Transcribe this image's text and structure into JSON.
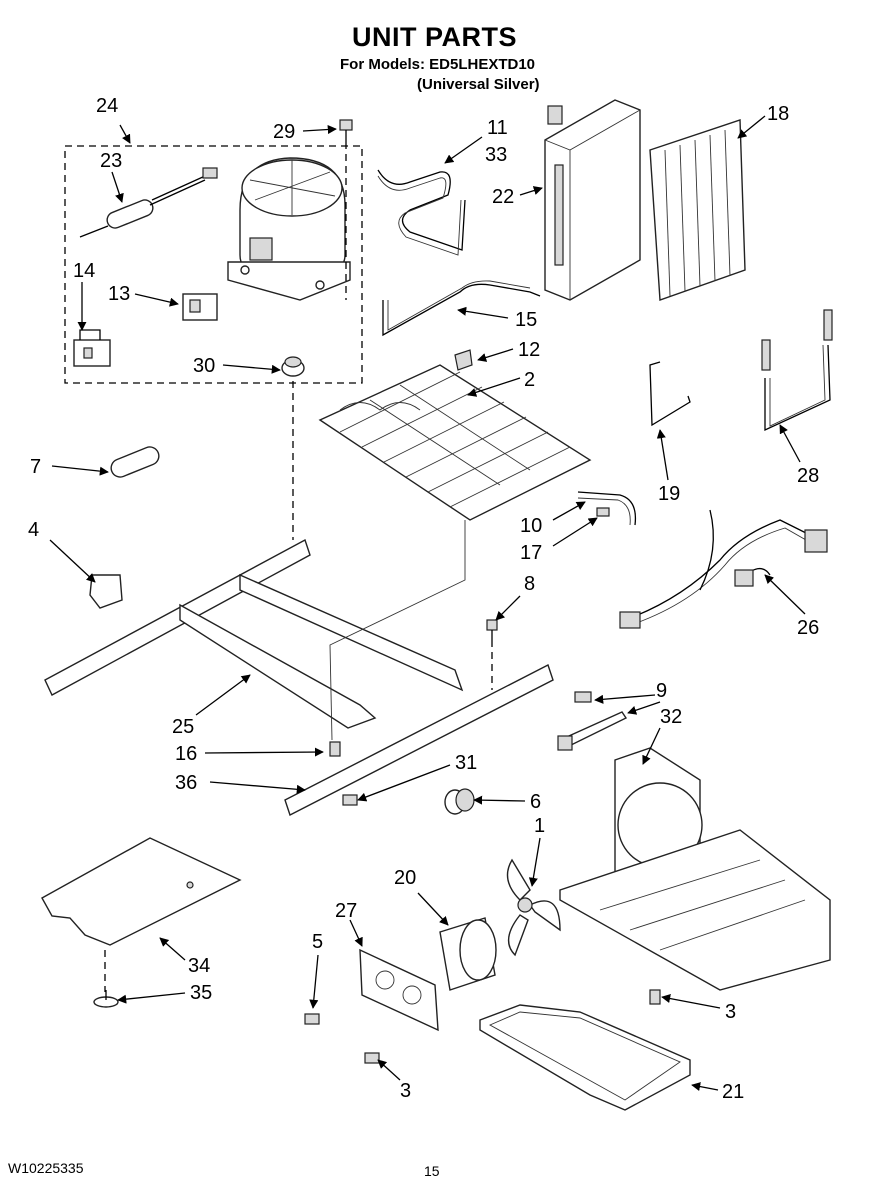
{
  "header": {
    "title": "UNIT PARTS",
    "models": "For Models: ED5LHEXTD10",
    "variant": "(Universal Silver)"
  },
  "footer": {
    "doc_code": "W10225335",
    "page": "15"
  },
  "callouts": {
    "c24": "24",
    "c23": "23",
    "c29": "29",
    "c14": "14",
    "c13": "13",
    "c30": "30",
    "c11": "11",
    "c33": "33",
    "c22": "22",
    "c18": "18",
    "c15": "15",
    "c12": "12",
    "c2": "2",
    "c7": "7",
    "c4": "4",
    "c10": "10",
    "c17": "17",
    "c19": "19",
    "c28": "28",
    "c8": "8",
    "c26": "26",
    "c25": "25",
    "c16": "16",
    "c36": "36",
    "c31": "31",
    "c9": "9",
    "c32": "32",
    "c6": "6",
    "c1": "1",
    "c20": "20",
    "c27": "27",
    "c5": "5",
    "c34": "34",
    "c35": "35",
    "c3a": "3",
    "c3b": "3",
    "c21": "21"
  }
}
